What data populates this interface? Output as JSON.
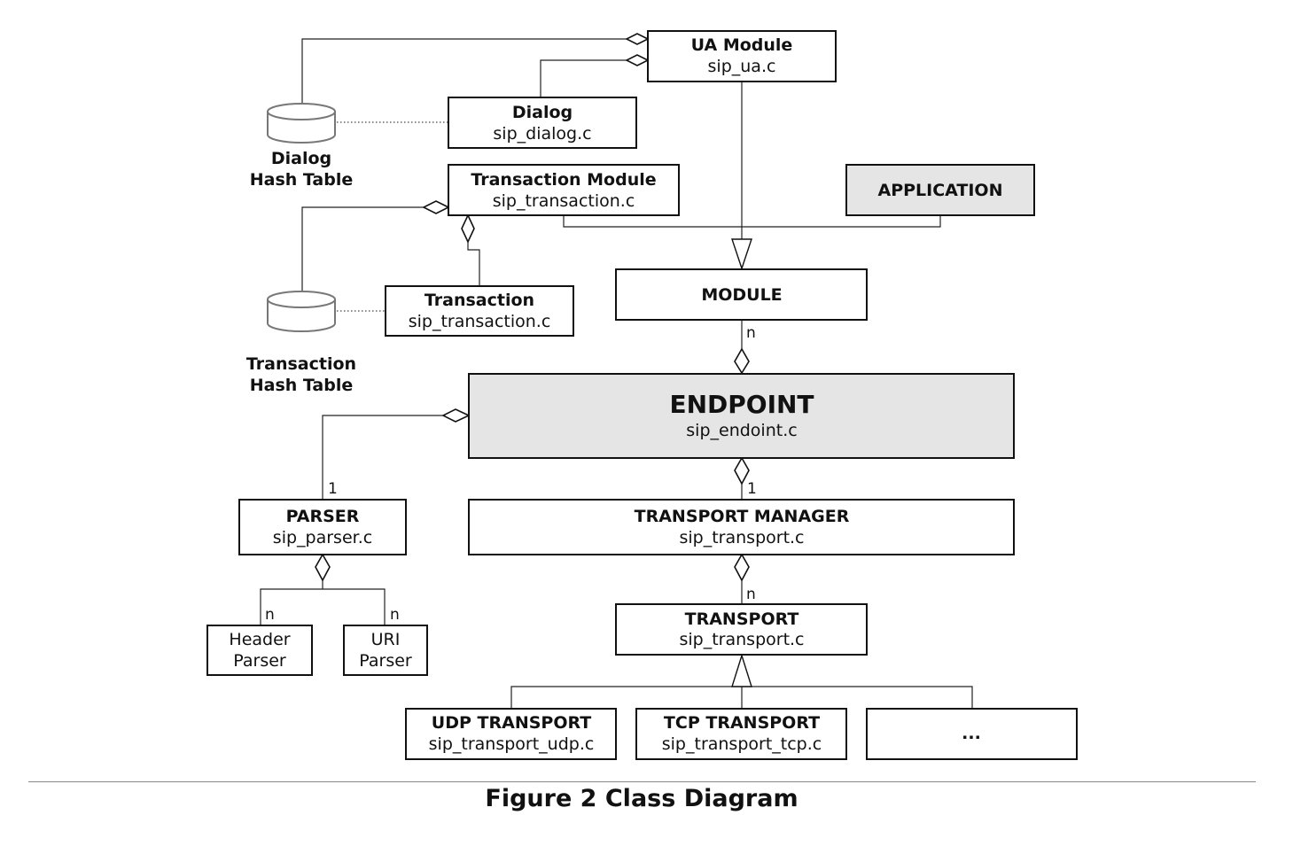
{
  "nodes": {
    "ua_module": {
      "title": "UA Module",
      "file": "sip_ua.c"
    },
    "dialog": {
      "title": "Dialog",
      "file": "sip_dialog.c"
    },
    "transaction_module": {
      "title": "Transaction Module",
      "file": "sip_transaction.c"
    },
    "application": {
      "title": "APPLICATION"
    },
    "transaction": {
      "title": "Transaction",
      "file": "sip_transaction.c"
    },
    "module": {
      "title": "MODULE"
    },
    "endpoint": {
      "title": "ENDPOINT",
      "file": "sip_endoint.c"
    },
    "parser": {
      "title": "PARSER",
      "file": "sip_parser.c"
    },
    "transport_manager": {
      "title": "TRANSPORT MANAGER",
      "file": "sip_transport.c"
    },
    "header_parser": {
      "line1": "Header",
      "line2": "Parser"
    },
    "uri_parser": {
      "line1": "URI",
      "line2": "Parser"
    },
    "transport": {
      "title": "TRANSPORT",
      "file": "sip_transport.c"
    },
    "udp_transport": {
      "title": "UDP TRANSPORT",
      "file": "sip_transport_udp.c"
    },
    "tcp_transport": {
      "title": "TCP TRANSPORT",
      "file": "sip_transport_tcp.c"
    },
    "more_transports": {
      "title": "..."
    }
  },
  "stores": {
    "dialog_hash": {
      "line1": "Dialog",
      "line2": "Hash Table"
    },
    "transaction_hash": {
      "line1": "Transaction",
      "line2": "Hash Table"
    }
  },
  "multiplicities": {
    "module_endpoint": "n",
    "endpoint_parser": "1",
    "endpoint_transport_manager": "1",
    "transport_manager_transport": "n",
    "parser_header": "n",
    "parser_uri": "n"
  },
  "caption": "Figure 2 Class Diagram",
  "colors": {
    "shaded_fill": "#e5e5e5",
    "stroke": "#111111",
    "store_stroke": "#777777"
  }
}
